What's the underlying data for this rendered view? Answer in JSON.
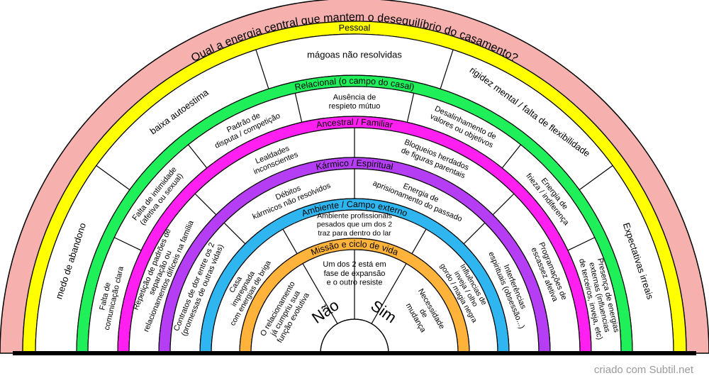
{
  "title": "Qual a energia central que mantem o desequilíbrio do casamento?",
  "credit": "criado com Subtil.net",
  "colors": {
    "outer": "#f6b0ad",
    "pessoal": "#ffff00",
    "relacional": "#1ff05a",
    "ancestral": "#ff1ff0",
    "karmico": "#b53ef5",
    "ambiente": "#2fb6f0",
    "missao": "#ffb33a",
    "cell": "#ffffff",
    "line": "#000000"
  },
  "levels": [
    {
      "label": "Pessoal",
      "items": [
        "medo de abandono",
        "baixa autoestima",
        "mágoas não resolvidas",
        "rigidez mental / falta de flexibilidade",
        "Expectativas irreais"
      ]
    },
    {
      "label": "Relacional (o campo do casal)",
      "items": [
        "Falta de comunicação clara",
        "Falta de intimidade (afetiva ou sexual)",
        "Padrão de disputa / competição",
        "Ausência de respieto mútuo",
        "Desalinhamento de valores ou objetivos",
        "Energia de frieza / indiferença",
        "Presença de energias externas (influencias de terceiros, inveja, etc)"
      ]
    },
    {
      "label": "Ancestral / Familiar",
      "items": [
        "Repetição de padrões de separação ou relacionamentos difíceis na família",
        "Lealdades inconscientes",
        "Bloqueios herdados de figuras parentais",
        "Programações de escassez afetiva"
      ]
    },
    {
      "label": "Kármico / Espiritual",
      "items": [
        "Contratos de dor entre os 2 (promessas de outras vidas)",
        "Débitos kármicos não resolvidos",
        "Energia de aprisionamento do passado",
        "Interferências espirituais (obsessão...)"
      ]
    },
    {
      "label": "Ambiente / Campo externo",
      "items": [
        "Casa impregnada com energias de briga",
        "Ambiente profissionais pesados que um dos 2 traz para dentro do lar",
        "Influências de inveja / olho gordo / magia negra"
      ]
    },
    {
      "label": "Missão e ciclo de vida",
      "items": [
        "O relacionamento já cumpriu sua função evolutiva",
        "Um dos 2 está em fase de expansão e o outro resiste",
        "Necessidade de mudança"
      ]
    }
  ],
  "center": {
    "left": "Não",
    "right": "Sim"
  }
}
